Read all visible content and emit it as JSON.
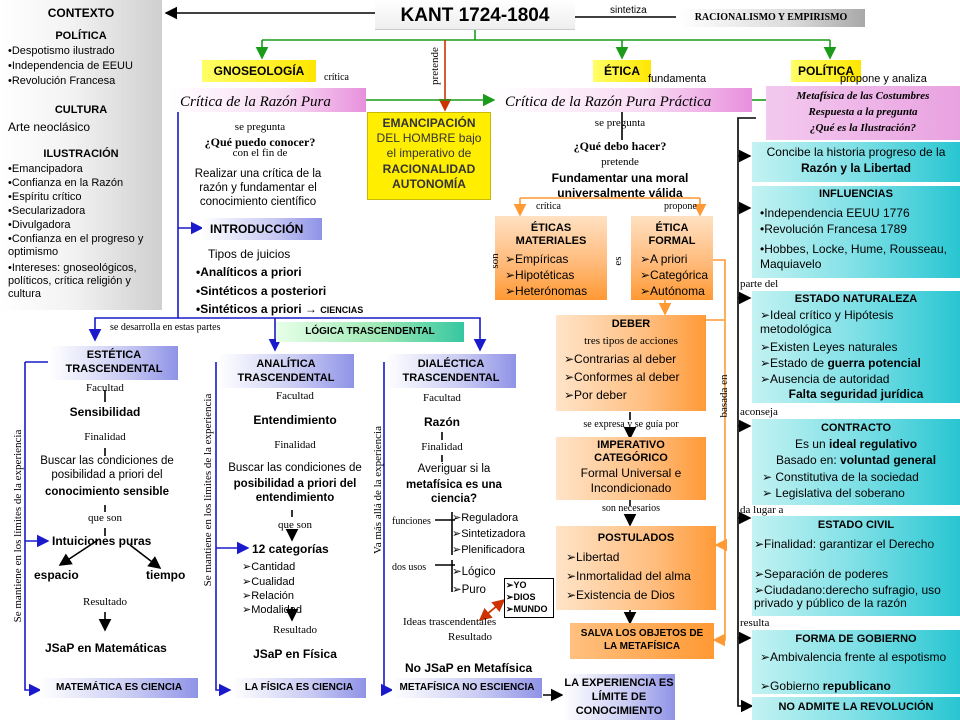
{
  "title": "KANT 1724-1804",
  "sintetiza": "sintetiza",
  "racionalismo": "RACIONALISMO Y EMPIRISMO",
  "contexto": {
    "header": "CONTEXTO",
    "politica_h": "POLÍTICA",
    "politica": [
      "•Despotismo ilustrado",
      "•Independencia de EEUU",
      "•Revolución Francesa"
    ],
    "cultura_h": "CULTURA",
    "cultura": "Arte neoclásico",
    "ilustracion_h": "ILUSTRACIÓN",
    "ilustracion": [
      "•Emancipadora",
      "•Confianza en la Razón",
      "•Espíritu crítico",
      "•Secularizadora",
      "•Divulgadora",
      "•Confianza en el progreso y optimismo",
      "•Intereses: gnoseológicos, políticos, crítica religión y cultura"
    ]
  },
  "pretende": "pretende",
  "emancipacion": [
    "EMANCIPACIÓN",
    "DEL HOMBRE bajo",
    "el imperativo de",
    "RACIONALIDAD",
    "AUTONOMÍA"
  ],
  "gnoseologia": {
    "tag": "GNOSEOLOGÍA",
    "rel": "crítica",
    "book": "Crítica de la Razón Pura",
    "se_pregunta": "se pregunta",
    "q": "¿Qué puedo conocer?",
    "con_el_fin": "con el fin de",
    "fin": "Realizar una crítica de la razón y fundamentar el conocimiento científico",
    "intro": "INTRODUCCIÓN",
    "tipos": "Tipos de juicios",
    "juicios": [
      "•Analíticos a priori",
      "•Sintéticos a posteriori",
      "•Sintéticos a priori → "
    ],
    "ciencias": "CIENCIAS",
    "se_desarrolla": "se desarrolla en estas partes",
    "logica": "LÓGICA TRASCENDENTAL"
  },
  "estetica": {
    "h": "ESTÉTICA TRASCENDENTAL",
    "facultad": "Facultad",
    "fac_val": "Sensibilidad",
    "finalidad": "Finalidad",
    "fin_a": "Buscar las condiciones de posibilidad a priori del",
    "fin_b": "conocimiento sensible",
    "que_son": "que son",
    "intuiciones": "Intuiciones puras",
    "espacio": "espacio",
    "tiempo": "tiempo",
    "resultado": "Resultado",
    "res": "JSaP en Matemáticas",
    "footer": "MATEMÁTICA ES CIENCIA",
    "side": "Se mantiene en los límites de la experiencia"
  },
  "analitica": {
    "h": "ANALÍTICA TRASCENDENTAL",
    "facultad": "Facultad",
    "fac_val": "Entendimiento",
    "finalidad": "Finalidad",
    "fin_a": "Buscar las condiciones de",
    "fin_b": "posibilidad a priori del entendimiento",
    "que_son": "que son",
    "cat": "12 categorías",
    "cats": [
      "➢Cantidad",
      "➢Cualidad",
      "➢Relación",
      "➢Modalidad"
    ],
    "resultado": "Resultado",
    "res": "JSaP en Física",
    "footer": "LA FÍSICA ES CIENCIA",
    "side": "Se mantiene en los límites de la experiencia"
  },
  "dialectica": {
    "h": "DIALÉCTICA TRASCENDENTAL",
    "facultad": "Facultad",
    "fac_val": "Razón",
    "finalidad": "Finalidad",
    "fin_a": "Averiguar si la",
    "fin_b": "metafísica es una ciencia?",
    "funciones": "funciones",
    "funcs": [
      "➢Reguladora",
      "➢Sintetizadora",
      "➢Plenificadora"
    ],
    "dos_usos": "dos usos",
    "usos": [
      "➢Lógico",
      "➢Puro"
    ],
    "ideas_list": [
      "➢YO",
      "➢DIOS",
      "➢MUNDO"
    ],
    "ideas": "Ideas trascendentales",
    "resultado": "Resultado",
    "res": "No JSaP en Metafísica",
    "footer": "METAFÍSICA NO ESCIENCIA",
    "side": "Va más allá de la experiencia"
  },
  "limite": "LA EXPERIENCIA ES LÍMITE DE CONOCIMIENTO",
  "etica": {
    "tag": "ÉTICA",
    "rel": "fundamenta",
    "book": "Crítica de la Razón Pura Práctica",
    "se_pregunta": "se pregunta",
    "q": "¿Qué debo hacer?",
    "pretende": "pretende",
    "fund": "Fundamentar una moral universalmente válida",
    "critica": "crítica",
    "propone": "propone",
    "materiales_h": "ÉTICAS MATERIALES",
    "materiales": [
      "➢Empíricas",
      "➢Hipotéticas",
      "➢Heterónomas"
    ],
    "son": "son",
    "es": "es",
    "formal_h": "ÉTICA FORMAL",
    "formal": [
      "➢A priori",
      "➢Categórica",
      "➢Autónoma"
    ],
    "deber_h": "DEBER",
    "tres": "tres tipos de acciones",
    "acciones": [
      "➢Contrarias al deber",
      "➢Conformes al deber",
      "➢Por deber"
    ],
    "se_expresa": "se expresa y se guía por",
    "imperativo_h": "IMPERATIVO CATEGÓRICO",
    "imperativo": "Formal Universal e Incondicionado",
    "necesarios": "son necesarios",
    "postulados_h": "POSTULADOS",
    "postulados": [
      "➢Libertad",
      "➢Inmortalidad del alma",
      "➢Existencia de Dios"
    ],
    "salva": "SALVA LOS OBJETOS DE LA METAFÍSICA",
    "basada": "basada en"
  },
  "politica": {
    "tag": "POLÍTICA",
    "rel": "propone y analiza",
    "book": [
      "Metafísica de las Costumbres",
      "Respuesta a la pregunta",
      "¿Qué es la Ilustración?"
    ],
    "concibe_a": "Concibe la historia progreso de la",
    "concibe_b": "Razón y la Libertad",
    "influencias_h": "INFLUENCIAS",
    "influencias": [
      "•Independencia EEUU 1776",
      "•Revolución Francesa 1789",
      "•Hobbes, Locke, Hume, Rousseau, Maquiavelo"
    ],
    "parte_del": "parte del",
    "naturaleza_h": "ESTADO NATURALEZA",
    "naturaleza": [
      "➢Ideal crítico y Hipótesis metodológica",
      "➢Existen Leyes naturales",
      "➢Estado de ",
      "➢Ausencia de autoridad"
    ],
    "guerra": "guerra potencial",
    "falta": "Falta seguridad jurídica",
    "aconseja": "aconseja",
    "contrato_h": "CONTRACTO",
    "contrato_a": "Es un",
    "contrato_b": "ideal regulativo",
    "basado_a": "Basado en:",
    "basado_b": "voluntad general",
    "contrato_list": [
      "➢ Constitutiva de la sociedad",
      "➢ Legislativa del soberano"
    ],
    "da_lugar": "da lugar a",
    "civil_h": "ESTADO CIVIL",
    "civil": [
      "➢Finalidad: garantizar el Derecho",
      "➢Separación de poderes",
      "➢Ciudadano:derecho sufragio, uso privado y público de la razón"
    ],
    "resulta": "resulta",
    "gobierno_h": "FORMA DE GOBIERNO",
    "gobierno": [
      "➢Ambivalencia frente al espotismo",
      "➢Gobierno "
    ],
    "republicano": "republicano",
    "revolucion": "NO ADMITE LA REVOLUCIÓN"
  },
  "colors": {
    "yellow": "#ffee00",
    "teal": "#33c9d3",
    "orange": "#ff9933",
    "green": "#1a9c1a",
    "blue": "#1a1acc",
    "red": "#cc3300"
  }
}
